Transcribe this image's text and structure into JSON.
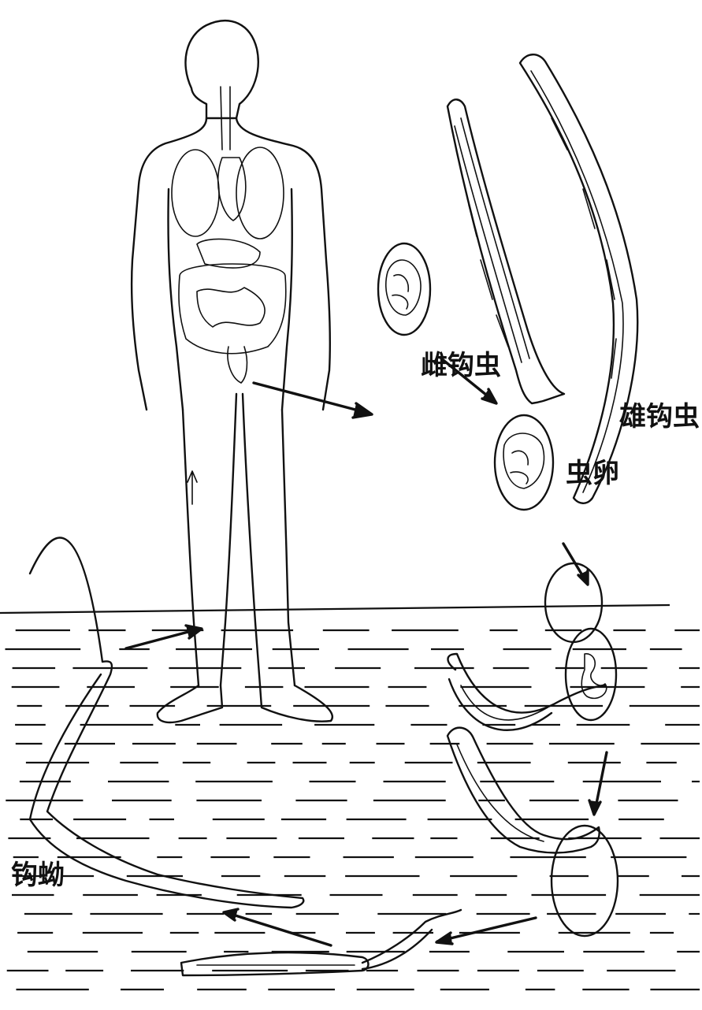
{
  "labels": {
    "female_worm": "雌钩虫",
    "male_worm": "雄钩虫",
    "egg": "虫卵",
    "larva": "钩蚴"
  },
  "colors": {
    "ink": "#111111",
    "background": "#ffffff"
  }
}
